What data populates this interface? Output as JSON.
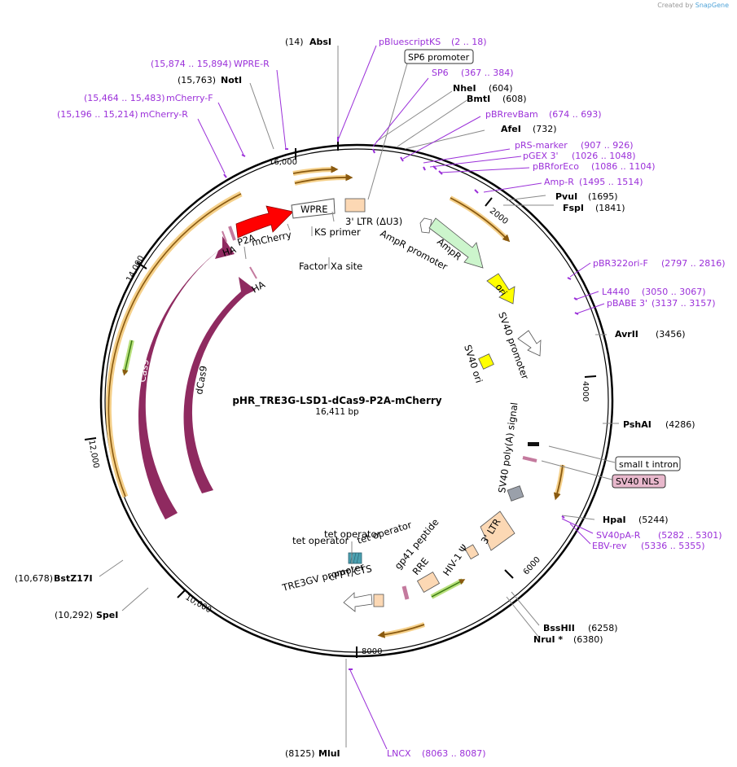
{
  "credit": {
    "prefix": "Created by",
    "brand": "SnapGene"
  },
  "plasmid": {
    "name": "pHR_TRE3G-LSD1-dCas9-P2A-mCherry",
    "size": "16,411 bp"
  },
  "colors": {
    "purple": "#9b30d9",
    "cas9": "#8f2a60",
    "orange": "#f0b040",
    "green": "#7dc142"
  },
  "ticks": [
    "16,000",
    "2000",
    "4000",
    "6000",
    "8000",
    "10,000",
    "12,000",
    "14,000"
  ],
  "labels": [
    {
      "pos": "(14)",
      "name": "AbsI",
      "kind": "site"
    },
    {
      "name": "pBluescriptKS",
      "range": "(2 .. 18)",
      "kind": "primer"
    },
    {
      "name": "SP6 promoter",
      "kind": "boxed"
    },
    {
      "name": "SP6",
      "range": "(367 .. 384)",
      "kind": "primer"
    },
    {
      "name": "NheI",
      "pos": "(604)",
      "kind": "site"
    },
    {
      "name": "BmtI",
      "pos": "(608)",
      "kind": "site"
    },
    {
      "name": "pBRrevBam",
      "range": "(674 .. 693)",
      "kind": "primer"
    },
    {
      "name": "AfeI",
      "pos": "(732)",
      "kind": "site"
    },
    {
      "name": "pRS-marker",
      "range": "(907 .. 926)",
      "kind": "primer"
    },
    {
      "name": "pGEX 3'",
      "range": "(1026 .. 1048)",
      "kind": "primer"
    },
    {
      "name": "pBRforEco",
      "range": "(1086 .. 1104)",
      "kind": "primer"
    },
    {
      "name": "Amp-R",
      "range": "(1495 .. 1514)",
      "kind": "primer"
    },
    {
      "name": "PvuI",
      "pos": "(1695)",
      "kind": "site"
    },
    {
      "name": "FspI",
      "pos": "(1841)",
      "kind": "site"
    },
    {
      "name": "pBR322ori-F",
      "range": "(2797 .. 2816)",
      "kind": "primer"
    },
    {
      "name": "L4440",
      "range": "(3050 .. 3067)",
      "kind": "primer"
    },
    {
      "name": "pBABE 3'",
      "range": "(3137 .. 3157)",
      "kind": "primer"
    },
    {
      "name": "AvrII",
      "pos": "(3456)",
      "kind": "site"
    },
    {
      "name": "PshAI",
      "pos": "(4286)",
      "kind": "site"
    },
    {
      "name": "small t intron",
      "kind": "boxed"
    },
    {
      "name": "SV40 NLS",
      "kind": "boxed-pink"
    },
    {
      "name": "HpaI",
      "pos": "(5244)",
      "kind": "site"
    },
    {
      "name": "SV40pA-R",
      "range": "(5282 .. 5301)",
      "kind": "primer"
    },
    {
      "name": "EBV-rev",
      "range": "(5336 .. 5355)",
      "kind": "primer"
    },
    {
      "name": "BssHII",
      "pos": "(6258)",
      "kind": "site"
    },
    {
      "name": "NruI *",
      "pos": "(6380)",
      "kind": "site"
    },
    {
      "name": "LNCX",
      "range": "(8063 .. 8087)",
      "kind": "primer"
    },
    {
      "pos": "(8125)",
      "name": "MluI",
      "kind": "site"
    },
    {
      "pos": "(10,292)",
      "name": "SpeI",
      "kind": "site"
    },
    {
      "pos": "(10,678)",
      "name": "BstZ17I",
      "kind": "site"
    },
    {
      "range": "(15,196 .. 15,214)",
      "name": "mCherry-R",
      "kind": "primer"
    },
    {
      "range": "(15,464 .. 15,483)",
      "name": "mCherry-F",
      "kind": "primer"
    },
    {
      "pos": "(15,763)",
      "name": "NotI",
      "kind": "site"
    },
    {
      "range": "(15,874 .. 15,894)",
      "name": "WPRE-R",
      "kind": "primer"
    }
  ],
  "features": {
    "wpre": "WPRE",
    "ltr3du3": "3' LTR (ΔU3)",
    "ks_primer": "KS primer",
    "ampr_promoter": "AmpR promoter",
    "ampr": "AmpR",
    "ori": "ori",
    "sv40_promoter": "SV40 promoter",
    "sv40_ori": "SV40 ori",
    "sv40_polya": "SV40 poly(A) signal",
    "ltr3": "3' LTR",
    "hiv1psi": "HIV-1 Ψ",
    "rre": "RRE",
    "gp41": "gp41 peptide",
    "cppt": "cPPT/CTS",
    "tre3gv": "TRE3GV promoter",
    "tet1": "tet operator",
    "tet2": "tet operator",
    "tet3": "tet operator",
    "factor_xa": "Factor Xa site",
    "mcherry": "mCherry",
    "p2a": "P2A",
    "ha1": "HA",
    "ha2": "HA",
    "cas9": "Cas9",
    "dcas9": "dCas9"
  }
}
